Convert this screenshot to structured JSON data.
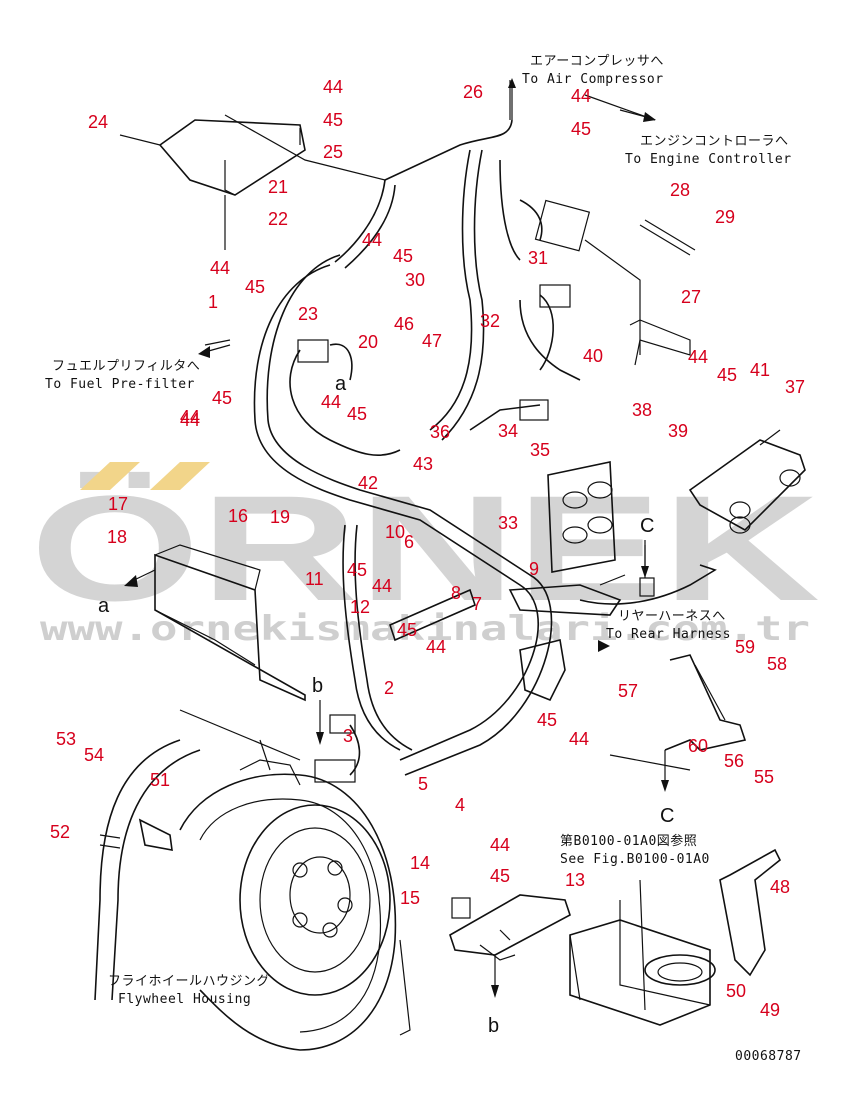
{
  "watermark": {
    "brand": "ÖRNEK",
    "site": "www.ornekismakinalari.com.tr"
  },
  "annotations": {
    "air_jp": "エアーコンプレッサへ",
    "air_en": "To Air Compressor",
    "engine_jp": "エンジンコントローラへ",
    "engine_en": "To Engine Controller",
    "fuel_jp": "フュエルプリフィルタへ",
    "fuel_en": "To Fuel Pre-filter",
    "rear_jp": "リヤーハーネスへ",
    "rear_en": "To Rear Harness",
    "fig_jp": "第B0100-01A0図参照",
    "fig_en": "See Fig.B0100-01A0",
    "flywheel_jp": "フライホイールハウジング",
    "flywheel_en": "Flywheel Housing",
    "drawing_no": "00068787"
  },
  "view_letters": [
    "a",
    "a",
    "b",
    "b",
    "C",
    "C"
  ],
  "parts": [
    "44",
    "26",
    "44",
    "45",
    "24",
    "45",
    "25",
    "21",
    "22",
    "45",
    "44",
    "28",
    "29",
    "44",
    "31",
    "45",
    "30",
    "27",
    "1",
    "23",
    "20",
    "46",
    "47",
    "32",
    "40",
    "44",
    "45",
    "44",
    "45",
    "41",
    "37",
    "45",
    "44",
    "38",
    "39",
    "36",
    "34",
    "35",
    "44",
    "43",
    "42",
    "17",
    "19",
    "16",
    "33",
    "10",
    "6",
    "18",
    "45",
    "44",
    "11",
    "8",
    "9",
    "7",
    "12",
    "45",
    "44",
    "59",
    "58",
    "2",
    "57",
    "45",
    "60",
    "44",
    "3",
    "56",
    "55",
    "53",
    "54",
    "51",
    "5",
    "4",
    "52",
    "44",
    "14",
    "45",
    "13",
    "15",
    "48",
    "50",
    "49"
  ]
}
